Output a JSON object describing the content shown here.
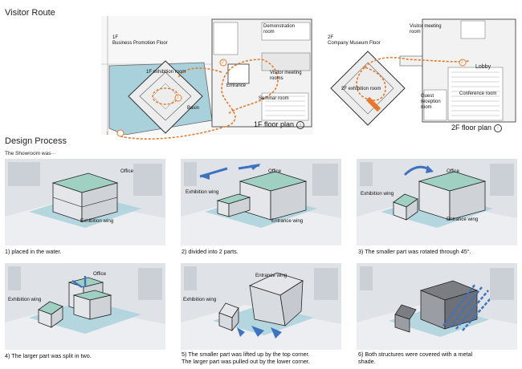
{
  "visitor_route": {
    "title": "Visitor Route",
    "floor1": {
      "floor_label_line1": "1F",
      "floor_label_line2": "Business Promotion Floor",
      "exhibition_room": "1F exhibition room",
      "basin": "Basin",
      "entrance": "Entrance",
      "demonstration_room": "Demonstration room",
      "visitor_meeting_rooms": "Visitor meeting rooms",
      "seminar_room": "Seminar room",
      "plan_title": "1F floor plan",
      "markers": [
        "1",
        "2",
        "3"
      ]
    },
    "floor2": {
      "floor_label_line1": "2F",
      "floor_label_line2": "Company Museum Floor",
      "exhibition_room": "2F exhibition room",
      "visitor_meeting_room": "Visitor meeting room",
      "lobby": "Lobby",
      "guest_reception_room": "Guest reception room",
      "conference_room": "Conference room",
      "plan_title": "2F floor plan",
      "markers": [
        "2"
      ]
    }
  },
  "design_process": {
    "title": "Design Process",
    "intro": "The Showroom was···",
    "steps": [
      {
        "caption": "1) placed in the water.",
        "labels": {
          "office": "Office",
          "exhibition": "Exhibition wing"
        }
      },
      {
        "caption": "2) divided into 2 parts.",
        "labels": {
          "office": "Office",
          "exhibition": "Exhibition wing",
          "entrance": "Entrance wing"
        }
      },
      {
        "caption": "3) The smaller part was rotated through 45°.",
        "labels": {
          "office": "Office",
          "exhibition": "Exhibition wing",
          "entrance": "Entrance wing"
        }
      },
      {
        "caption": "4) The larger part was split in two.",
        "labels": {
          "office": "Office",
          "exhibition": "Exhibition wing"
        }
      },
      {
        "caption": "5) The smaller part was lifted up by the top corner.",
        "caption2": "The larger part was pulled out by the lower corner.",
        "labels": {
          "entrance": "Entrance wing",
          "exhibition": "Exhibition wing"
        }
      },
      {
        "caption": "6) Both structures were covered with a metal",
        "caption2": "shade.",
        "labels": {}
      }
    ]
  },
  "colors": {
    "water": "#a9d1dc",
    "roof": "#9fd0c1",
    "box_side": "#e4e6ea",
    "route": "#e8782b",
    "arrow_blue": "#3f73c2"
  }
}
